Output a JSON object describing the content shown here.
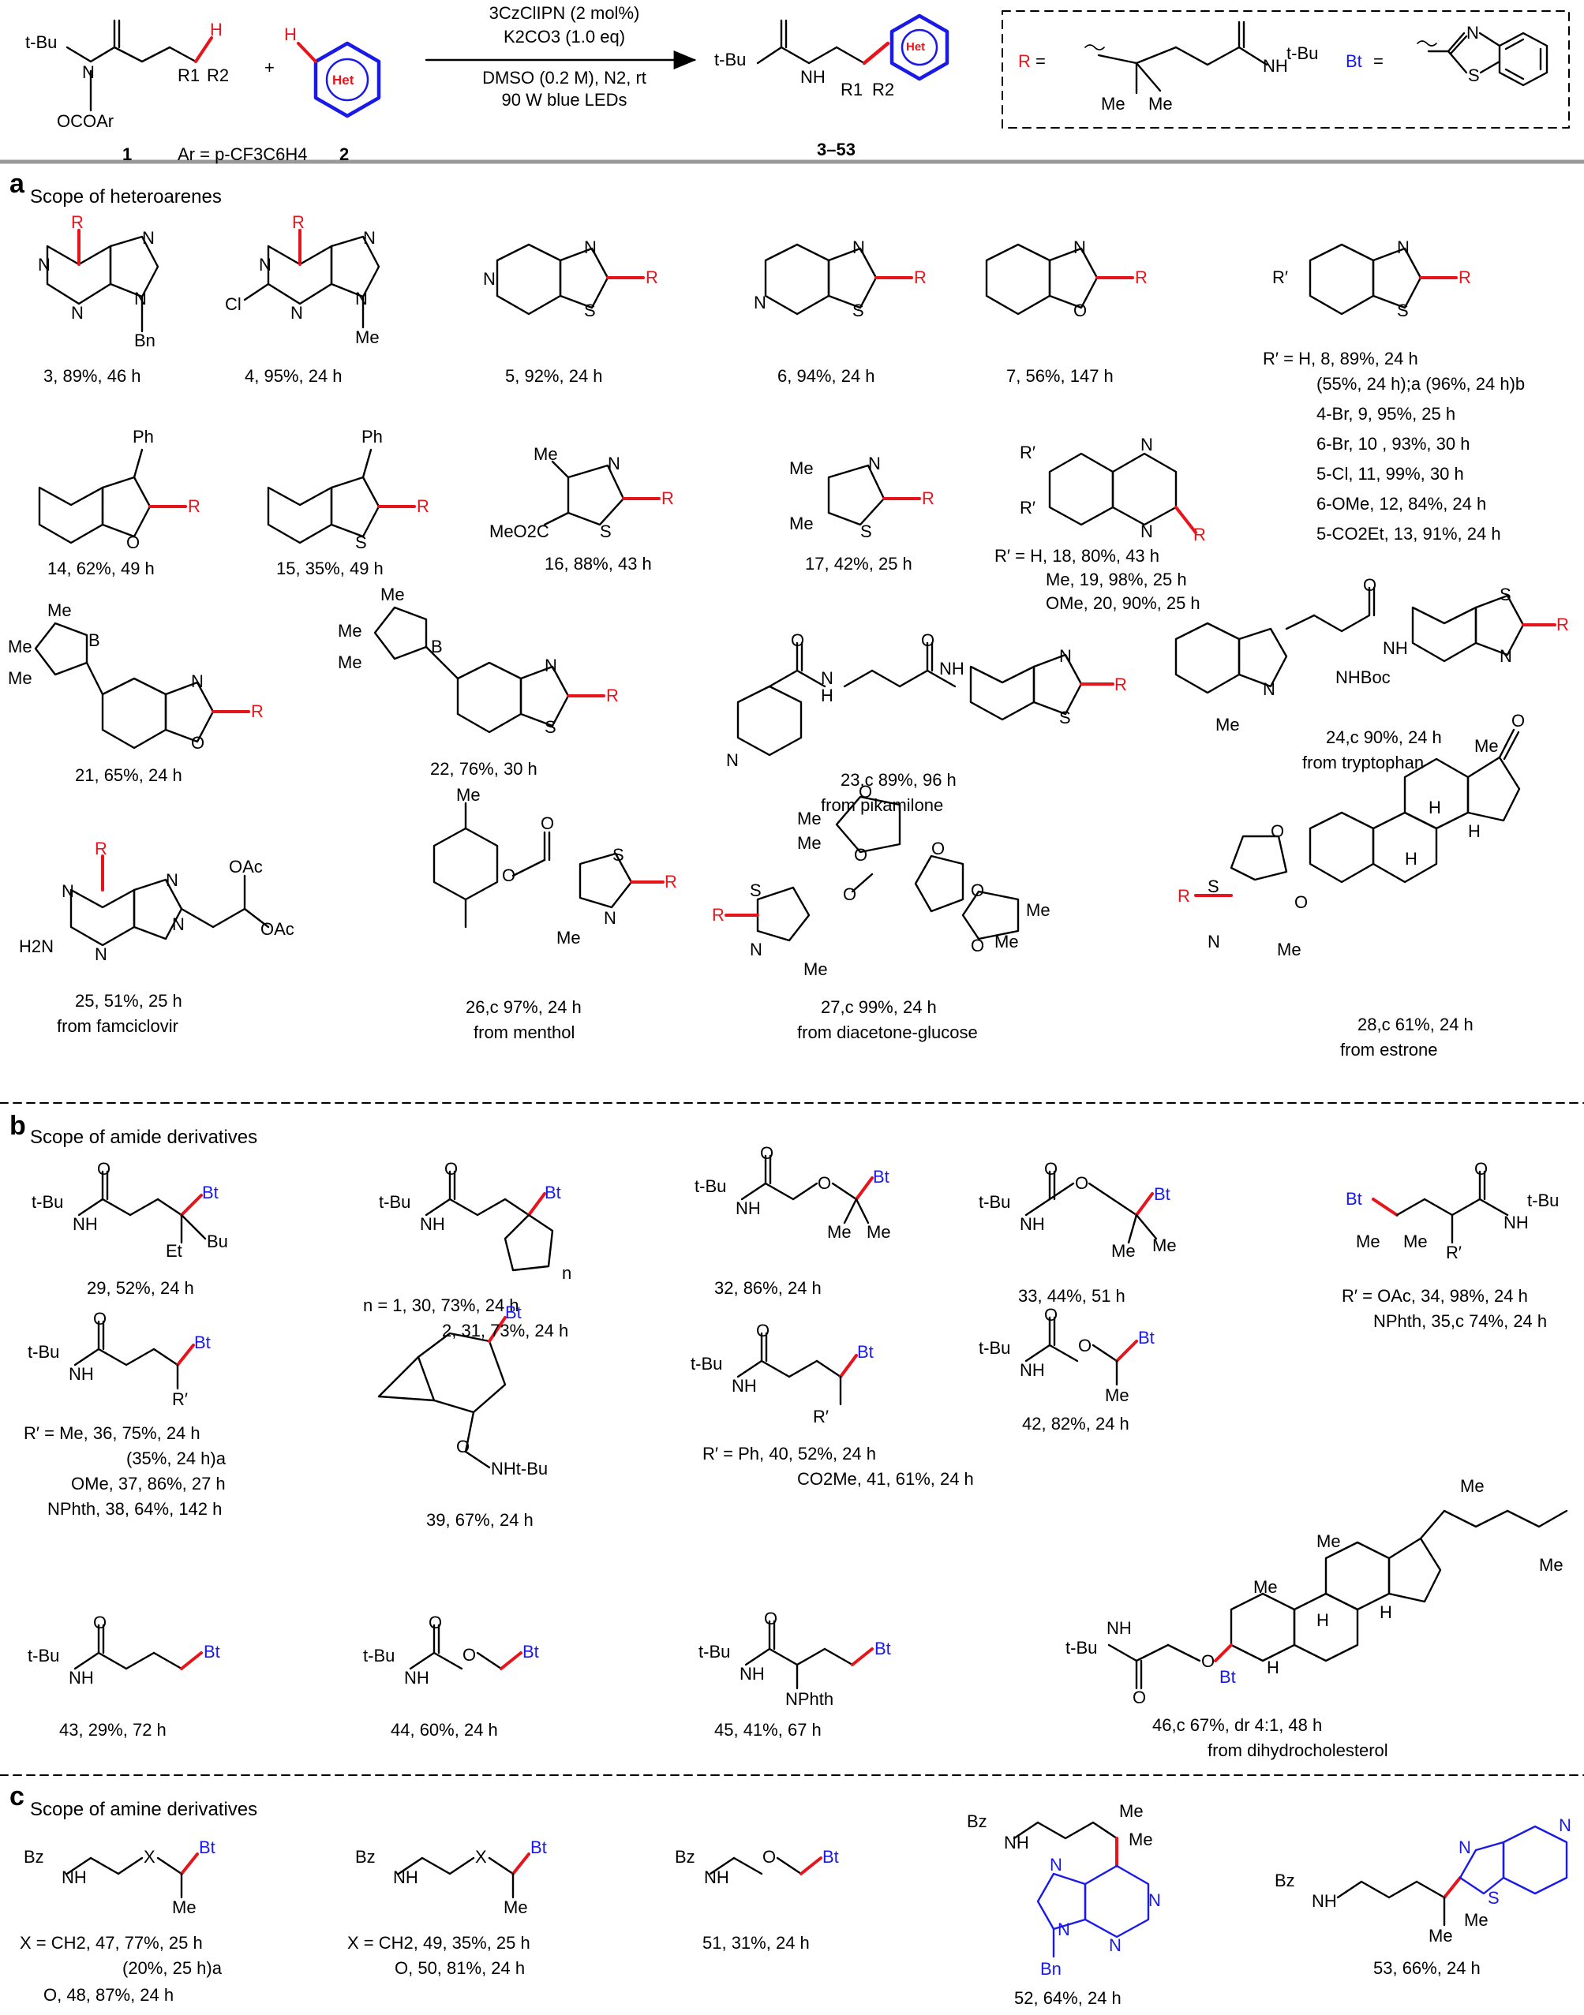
{
  "header": {
    "reactant1_label": "1",
    "reactant2_label": "2",
    "ar_def": "Ar = p-CF3C6H4",
    "plus": "+",
    "conditions": [
      "3CzClIPN (2 mol%)",
      "K2CO3 (1.0 eq)",
      "DMSO (0.2 M), N2, rt",
      "90 W blue LEDs"
    ],
    "product_label": "3–53",
    "het_label": "Het",
    "r_def_prefix": "R =",
    "bt_def_prefix": "Bt =",
    "tbu": "t-Bu",
    "ocoar": "OCOAr",
    "me": "Me",
    "n": "N",
    "h": "H"
  },
  "sections": {
    "a": {
      "letter": "a",
      "title": "Scope of heteroarenes"
    },
    "b": {
      "letter": "b",
      "title": "Scope of amide derivatives"
    },
    "c": {
      "letter": "c",
      "title": "Scope of amine derivatives"
    }
  },
  "captions": {
    "c3": "3, 89%, 46 h",
    "c4": "4, 95%, 24 h",
    "c5": "5, 92%, 24 h",
    "c6": "6, 94%, 24 h",
    "c7": "7, 56%, 147 h",
    "c8": [
      "R′ = H, 8, 89%, 24 h",
      "(55%, 24 h);a (96%, 24 h)b",
      "4-Br, 9, 95%, 25 h",
      "6-Br, 10 , 93%, 30 h",
      "5-Cl, 11, 99%, 30 h",
      "6-OMe, 12, 84%, 24 h",
      "5-CO2Et, 13, 91%, 24 h"
    ],
    "c14": "14, 62%, 49 h",
    "c15": "15, 35%, 49 h",
    "c16": "16, 88%, 43 h",
    "c17": "17, 42%, 25 h",
    "c18": [
      "R′ = H, 18, 80%, 43 h",
      "Me, 19, 98%, 25 h",
      "OMe, 20, 90%, 25 h"
    ],
    "c21": "21, 65%, 24 h",
    "c22": "22, 76%, 30 h",
    "c23": [
      "23,c 89%, 96 h",
      "from pikamilone"
    ],
    "c24": [
      "24,c 90%, 24 h",
      "from tryptophan"
    ],
    "c25": [
      "25, 51%, 25 h",
      "from famciclovir"
    ],
    "c26": [
      "26,c 97%, 24 h",
      "from menthol"
    ],
    "c27": [
      "27,c 99%, 24 h",
      "from diacetone-glucose"
    ],
    "c28": [
      "28,c 61%, 24 h",
      "from estrone"
    ],
    "c29": "29, 52%, 24 h",
    "c30": [
      "n = 1, 30, 73%, 24 h",
      "2, 31, 73%, 24 h"
    ],
    "c32": "32, 86%, 24 h",
    "c33": "33, 44%, 51 h",
    "c34": [
      "R′ = OAc, 34, 98%, 24 h",
      "NPhth, 35,c 74%, 24 h"
    ],
    "c36": [
      "R′ = Me, 36, 75%, 24 h",
      "(35%, 24 h)a",
      "OMe, 37, 86%, 27 h",
      "NPhth, 38, 64%, 142 h"
    ],
    "c39": "39, 67%, 24 h",
    "c40": [
      "R′ = Ph, 40, 52%, 24 h",
      "CO2Me, 41, 61%, 24 h"
    ],
    "c42": "42, 82%, 24 h",
    "c43": "43, 29%, 72 h",
    "c44": "44, 60%, 24 h",
    "c45": "45, 41%, 67 h",
    "c46": [
      "46,c 67%, dr 4:1, 48 h",
      "from dihydrocholesterol"
    ],
    "c47": [
      "X = CH2, 47, 77%, 25 h",
      "(20%, 25 h)a",
      "O, 48, 87%, 24 h"
    ],
    "c49": [
      "X = CH2, 49, 35%, 25 h",
      "O, 50, 81%, 24 h"
    ],
    "c51": "51, 31%, 24 h",
    "c52": "52, 64%, 24 h",
    "c53": "53, 66%, 24 h"
  },
  "atoms": {
    "R": "R",
    "Rp": "R′",
    "Bt": "Bt",
    "N": "N",
    "S": "S",
    "O": "O",
    "H": "H",
    "Me": "Me",
    "Ph": "Ph",
    "Bn": "Bn",
    "Cl": "Cl",
    "B": "B",
    "Et": "Et",
    "Bu": "Bu",
    "tBu": "t-Bu",
    "Bz": "Bz",
    "X": "X",
    "NH": "NH",
    "NHtBu": "NHt-Bu",
    "NHBoc": "NHBoc",
    "NPhth": "NPhth",
    "OAc": "OAc",
    "H2N": "H2N",
    "MeO2C": "MeO2C",
    "n": "n",
    "R1": "R1",
    "R2": "R2",
    "Het": "Het"
  },
  "colors": {
    "highlight_red": "#e8141c",
    "highlight_blue": "#1a1ae8",
    "line": "#000000",
    "divider": "#999999"
  }
}
